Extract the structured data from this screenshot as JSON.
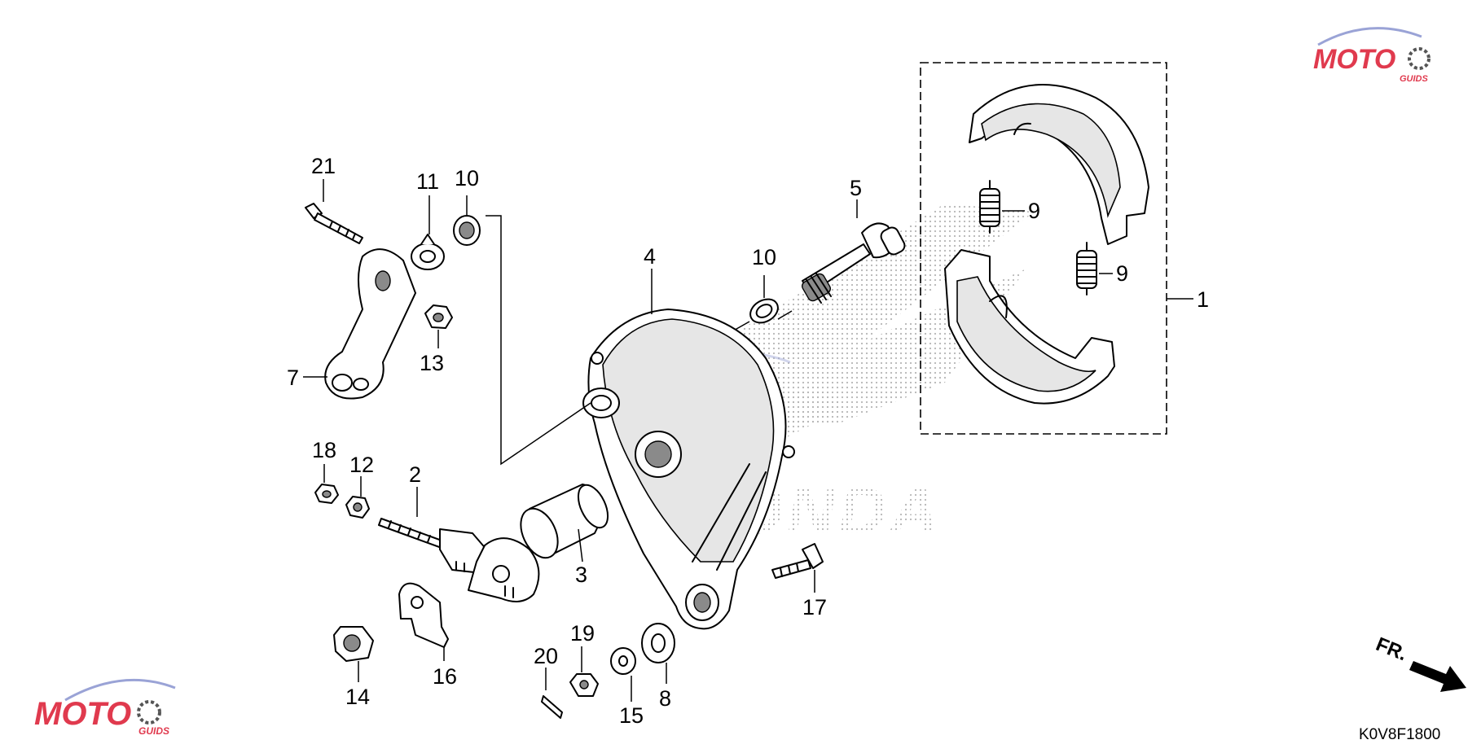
{
  "diagram_code": "K0V8F1800",
  "front_indicator": "FR.",
  "watermark": {
    "text": "MOTO",
    "subtext": "GUIDS",
    "accent": "#e03a4e",
    "secondary": "#7a86c8"
  },
  "background_logo_text": "HONDA",
  "callouts": [
    {
      "id": "c1",
      "label": "1"
    },
    {
      "id": "c2",
      "label": "2"
    },
    {
      "id": "c3",
      "label": "3"
    },
    {
      "id": "c4",
      "label": "4"
    },
    {
      "id": "c5",
      "label": "5"
    },
    {
      "id": "c7",
      "label": "7"
    },
    {
      "id": "c8",
      "label": "8"
    },
    {
      "id": "c9a",
      "label": "9"
    },
    {
      "id": "c9b",
      "label": "9"
    },
    {
      "id": "c10a",
      "label": "10"
    },
    {
      "id": "c10b",
      "label": "10"
    },
    {
      "id": "c11",
      "label": "11"
    },
    {
      "id": "c12",
      "label": "12"
    },
    {
      "id": "c13",
      "label": "13"
    },
    {
      "id": "c14",
      "label": "14"
    },
    {
      "id": "c15",
      "label": "15"
    },
    {
      "id": "c16",
      "label": "16"
    },
    {
      "id": "c17",
      "label": "17"
    },
    {
      "id": "c18",
      "label": "18"
    },
    {
      "id": "c19",
      "label": "19"
    },
    {
      "id": "c20",
      "label": "20"
    },
    {
      "id": "c21",
      "label": "21"
    }
  ]
}
